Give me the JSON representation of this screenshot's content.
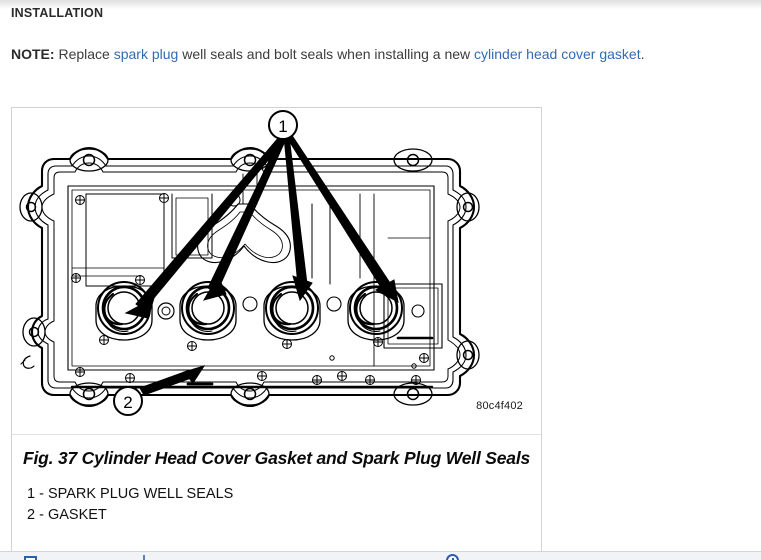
{
  "document": {
    "section_heading": "INSTALLATION",
    "note": {
      "label": "NOTE:",
      "text_before_link1": " Replace ",
      "link1": "spark plug",
      "text_between_links": " well seals and bolt seals when installing a new ",
      "link2": "cylinder head cover gasket",
      "text_after_link2": ".",
      "link_color": "#2f6cb5"
    }
  },
  "figure": {
    "part_number": "80c4f402",
    "caption": "Fig. 37 Cylinder Head Cover Gasket and Spark Plug Well Seals",
    "callouts": [
      {
        "number": "1",
        "label": "SPARK PLUG WELL SEALS"
      },
      {
        "number": "2",
        "label": "GASKET"
      }
    ],
    "legend": [
      "1 - SPARK PLUG WELL SEALS",
      "2 - GASKET"
    ],
    "diagram": {
      "subject": "cylinder head cover (valve cover) viewed from the gasket side",
      "spark_plug_well_count": 4,
      "callout_1_number": "1",
      "callout_2_number": "2",
      "line_color": "#000000",
      "background": "#ffffff"
    }
  },
  "bottom_toolbar": {
    "visible_fragment": true,
    "background": "#f1f3f6",
    "accent": "#2d5fa8"
  }
}
